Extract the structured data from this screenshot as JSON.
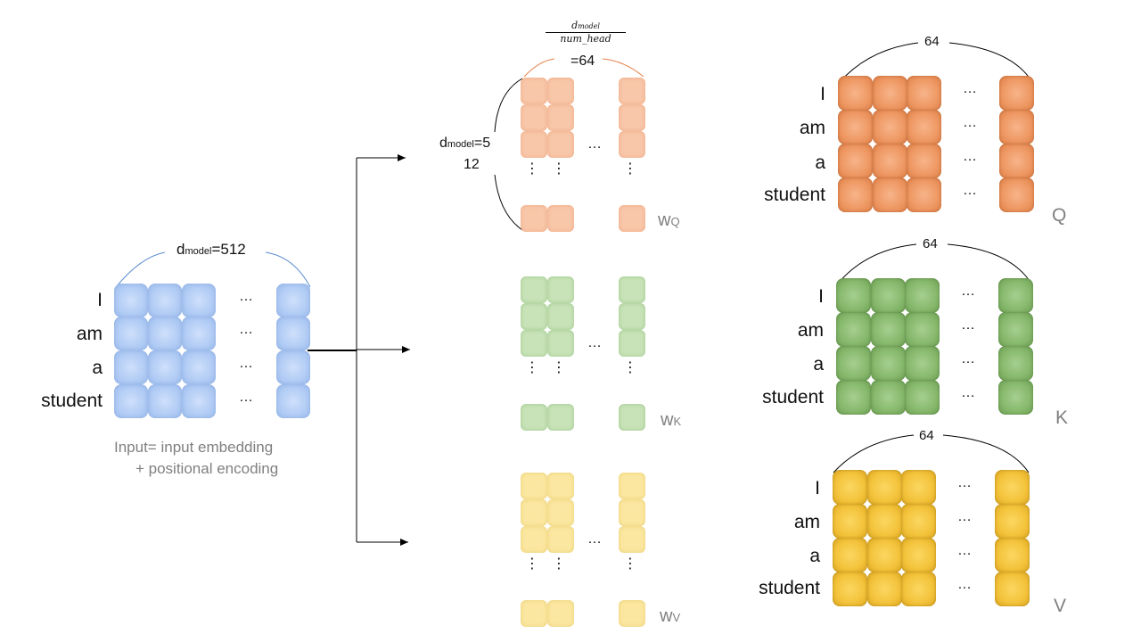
{
  "input": {
    "width_label": "d",
    "width_sub": "model",
    "width_value": "=512",
    "words": [
      "I",
      "am",
      "a",
      "student"
    ],
    "caption_line1": "Input= input embedding",
    "caption_line2": "+ positional encoding",
    "color": "#a9c8f4"
  },
  "head_dim": {
    "numerator": "d",
    "numerator_sub": "model",
    "denominator": "num_head",
    "result": "=64"
  },
  "weight_height": {
    "label": "d",
    "label_sub": "model",
    "value_line1": "=5",
    "value_line2": "12"
  },
  "weights": [
    {
      "label": "w",
      "sub": "Q",
      "color": "#f8c7a9"
    },
    {
      "label": "w",
      "sub": "K",
      "color": "#c8e3b8"
    },
    {
      "label": "w",
      "sub": "V",
      "color": "#fbe7a0"
    }
  ],
  "outputs": [
    {
      "name": "Q",
      "width": "64",
      "words": [
        "I",
        "am",
        "a",
        "student"
      ],
      "color": "#ee9762"
    },
    {
      "name": "K",
      "width": "64",
      "words": [
        "I",
        "am",
        "a",
        "student"
      ],
      "color": "#86b86c"
    },
    {
      "name": "V",
      "width": "64",
      "words": [
        "I",
        "am",
        "a",
        "student"
      ],
      "color": "#f3c23a"
    }
  ],
  "ellipsis": "…",
  "vertical_ellipsis": "⋮"
}
